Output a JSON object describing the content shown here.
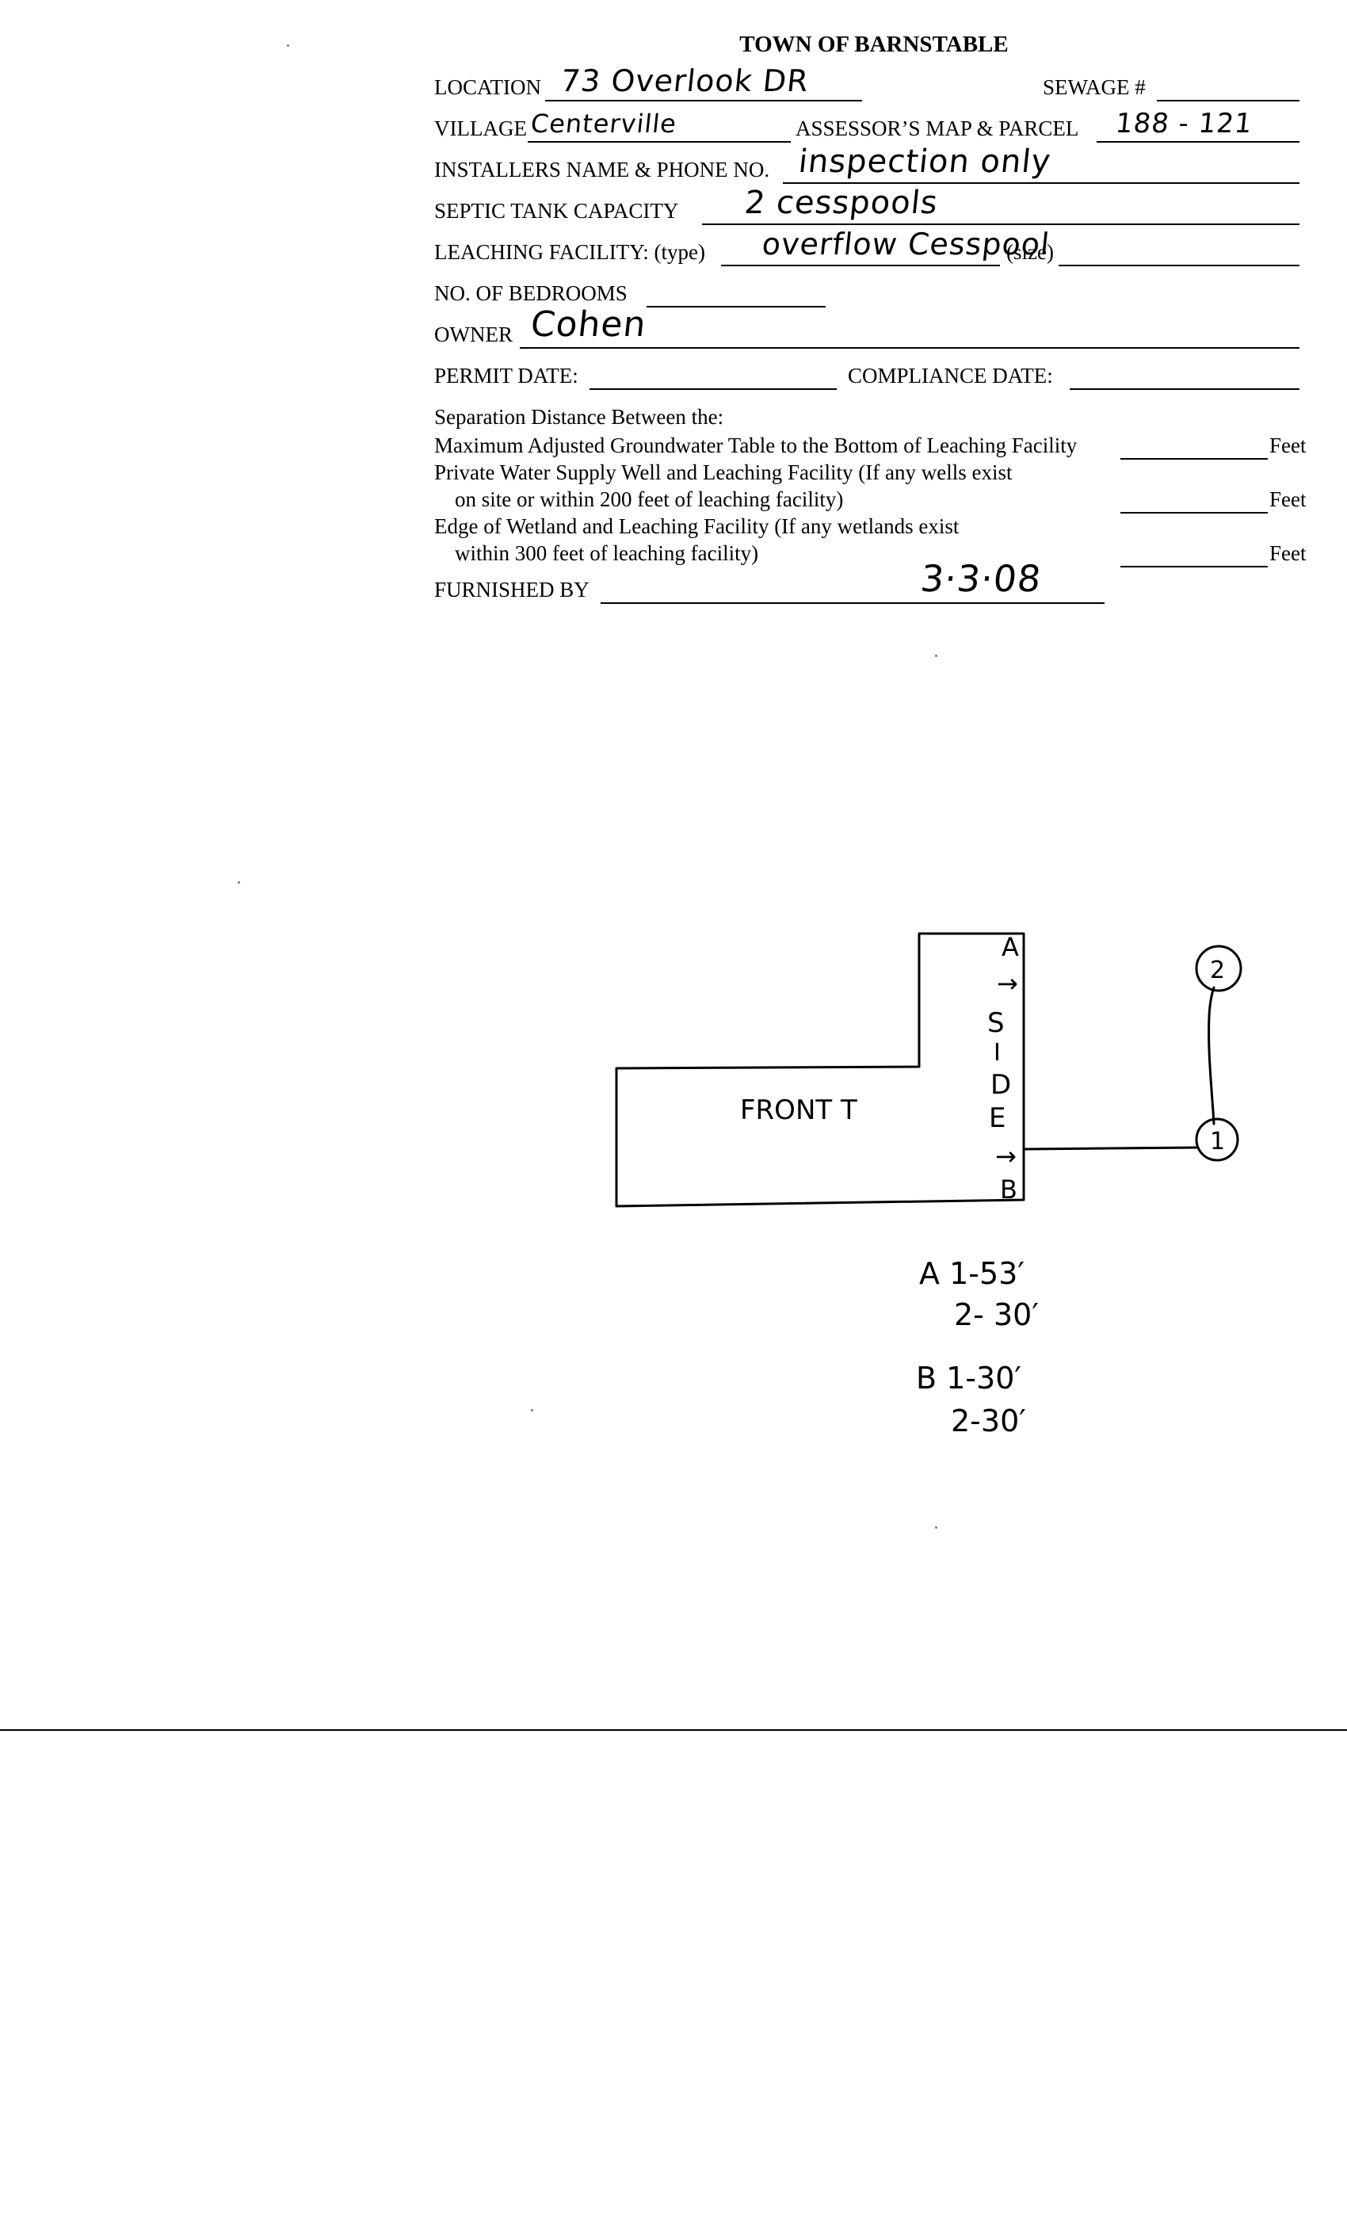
{
  "form": {
    "title": "TOWN OF BARNSTABLE",
    "location_label": "LOCATION",
    "location_value": "73 Overlook DR",
    "sewage_label": "SEWAGE #",
    "sewage_value": "",
    "village_label": "VILLAGE",
    "village_value": "Centerville",
    "assessor_label": "ASSESSOR’S MAP & PARCEL",
    "assessor_value": "188 - 121",
    "installer_label": "INSTALLERS NAME & PHONE NO.",
    "installer_value": "inspection only",
    "septic_label": "SEPTIC TANK CAPACITY",
    "septic_value": "2 cesspools",
    "leaching_label": "LEACHING FACILITY: (type)",
    "leaching_value": "overflow Cesspool",
    "size_label": "(size)",
    "size_value": "",
    "bedrooms_label": "NO. OF BEDROOMS",
    "bedrooms_value": "",
    "owner_label": "OWNER",
    "owner_value": "Cohen",
    "permit_label": "PERMIT DATE:",
    "permit_value": "",
    "compliance_label": "COMPLIANCE DATE:",
    "compliance_value": "",
    "separation_heading": "Separation Distance Between the:",
    "sep1_label": "Maximum Adjusted Groundwater Table to the Bottom of Leaching Facility",
    "sep2_label_line1": "Private Water Supply Well and Leaching Facility (If any wells exist",
    "sep2_label_line2": "on site or within 200 feet of leaching facility)",
    "sep3_label_line1": "Edge of Wetland and Leaching Facility (If any wetlands exist",
    "sep3_label_line2": "within 300 feet of leaching facility)",
    "feet_label": "Feet",
    "furnished_label": "FURNISHED BY",
    "furnished_value": "3·3·08"
  },
  "sketch": {
    "front_label": "FRONT T",
    "side_letters": [
      "S",
      "I",
      "D",
      "E"
    ],
    "corner_a": "A",
    "corner_b": "B",
    "arrow": "→",
    "pool_1": "1",
    "pool_2": "2",
    "measures": [
      "A 1-53′",
      "2- 30′",
      "B 1-30′",
      "2-30′"
    ]
  }
}
